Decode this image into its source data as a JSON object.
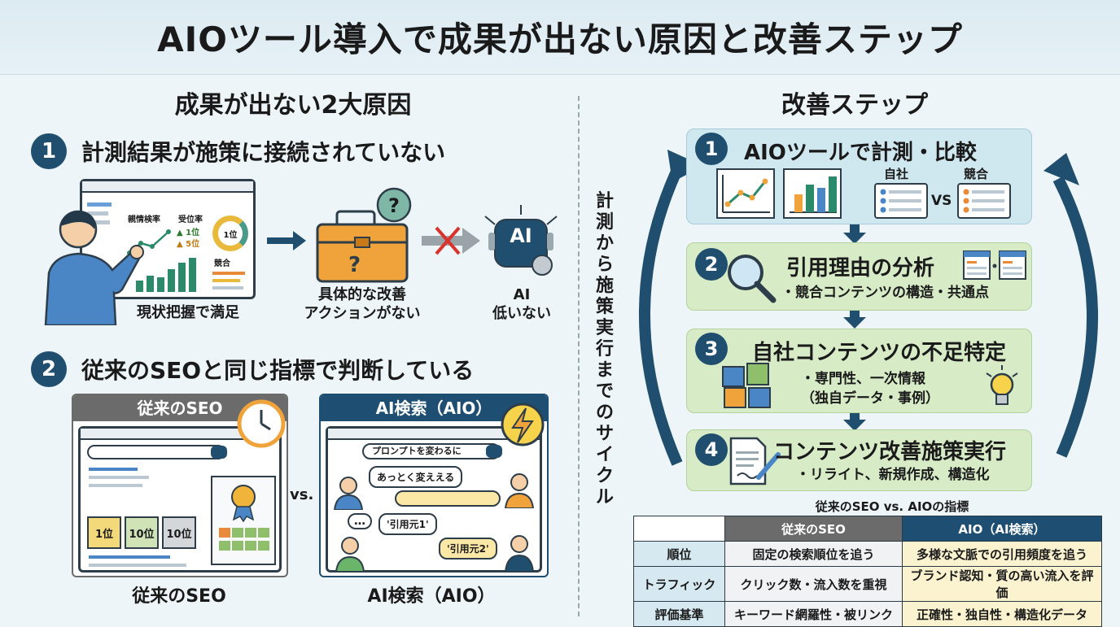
{
  "header": {
    "title": "AIOツール導入で成果が出ない原因と改善ステップ"
  },
  "left": {
    "title": "成果が出ない2大原因",
    "cause1": {
      "num": "1",
      "title": "計測結果が施策に接続されていない",
      "dashboard": {
        "left_label": "親情検率",
        "right_label": "受位率",
        "rank1": "▲ 1位",
        "rank2": "▲ 5位",
        "donut": "1位",
        "compare": "競合"
      },
      "label_left": "現状把握で満足",
      "label_mid": "具体的な改善\nアクションがない",
      "ai_icon": "AI",
      "label_right": "AI\n低いない"
    },
    "cause2": {
      "num": "2",
      "title": "従来のSEOと同じ指標で判断している",
      "seo_panel": {
        "title": "従来のSEO",
        "ranks": [
          "1位",
          "10位",
          "10位"
        ],
        "caption": "従来のSEO"
      },
      "vs": "vs.",
      "aio_panel": {
        "title": "AI検索（AIO）",
        "search_text": "プロンプトを変わるに",
        "bubble1": "あっとく変ええる",
        "bubble2": "'引用元1'",
        "bubble3": "'引用元2'",
        "dots": "…",
        "caption": "AI検索（AIO）"
      }
    }
  },
  "middle": {
    "cycle_text": "計測から施策実行までのサイクル"
  },
  "right": {
    "title": "改善ステップ",
    "steps": [
      {
        "num": "1",
        "title": "AIOツールで計測・比較",
        "own": "自社",
        "rival": "競合",
        "vs": "VS"
      },
      {
        "num": "2",
        "title": "引用理由の分析",
        "sub": "・競合コンテンツの構造・共通点"
      },
      {
        "num": "3",
        "title": "自社コンテンツの不足特定",
        "sub1": "・専門性、一次情報",
        "sub2": "（独自データ・事例）"
      },
      {
        "num": "4",
        "title": "コンテンツ改善施策実行",
        "sub": "・リライト、新規作成、構造化"
      }
    ],
    "table": {
      "caption": "従来のSEO vs. AIOの指標",
      "col1": "従来のSEO",
      "col2": "AIO（AI検索）",
      "rows": [
        {
          "label": "順位",
          "seo": "固定の検索順位を追う",
          "aio": "多様な文脈での引用頻度を追う"
        },
        {
          "label": "トラフィック",
          "seo": "クリック数・流入数を重視",
          "aio": "ブランド認知・質の高い流入を評価"
        },
        {
          "label": "評価基準",
          "seo": "キーワード網羅性・被リンク",
          "aio": "正確性・独自性・構造化データ"
        }
      ]
    }
  },
  "colors": {
    "navy": "#1f4e6e",
    "step1": "#cfe7ef",
    "steps": "#d7ebc6",
    "orange": "#f0a33a",
    "gray_header": "#6b6b6b",
    "table_navy": "#1e4f73"
  }
}
